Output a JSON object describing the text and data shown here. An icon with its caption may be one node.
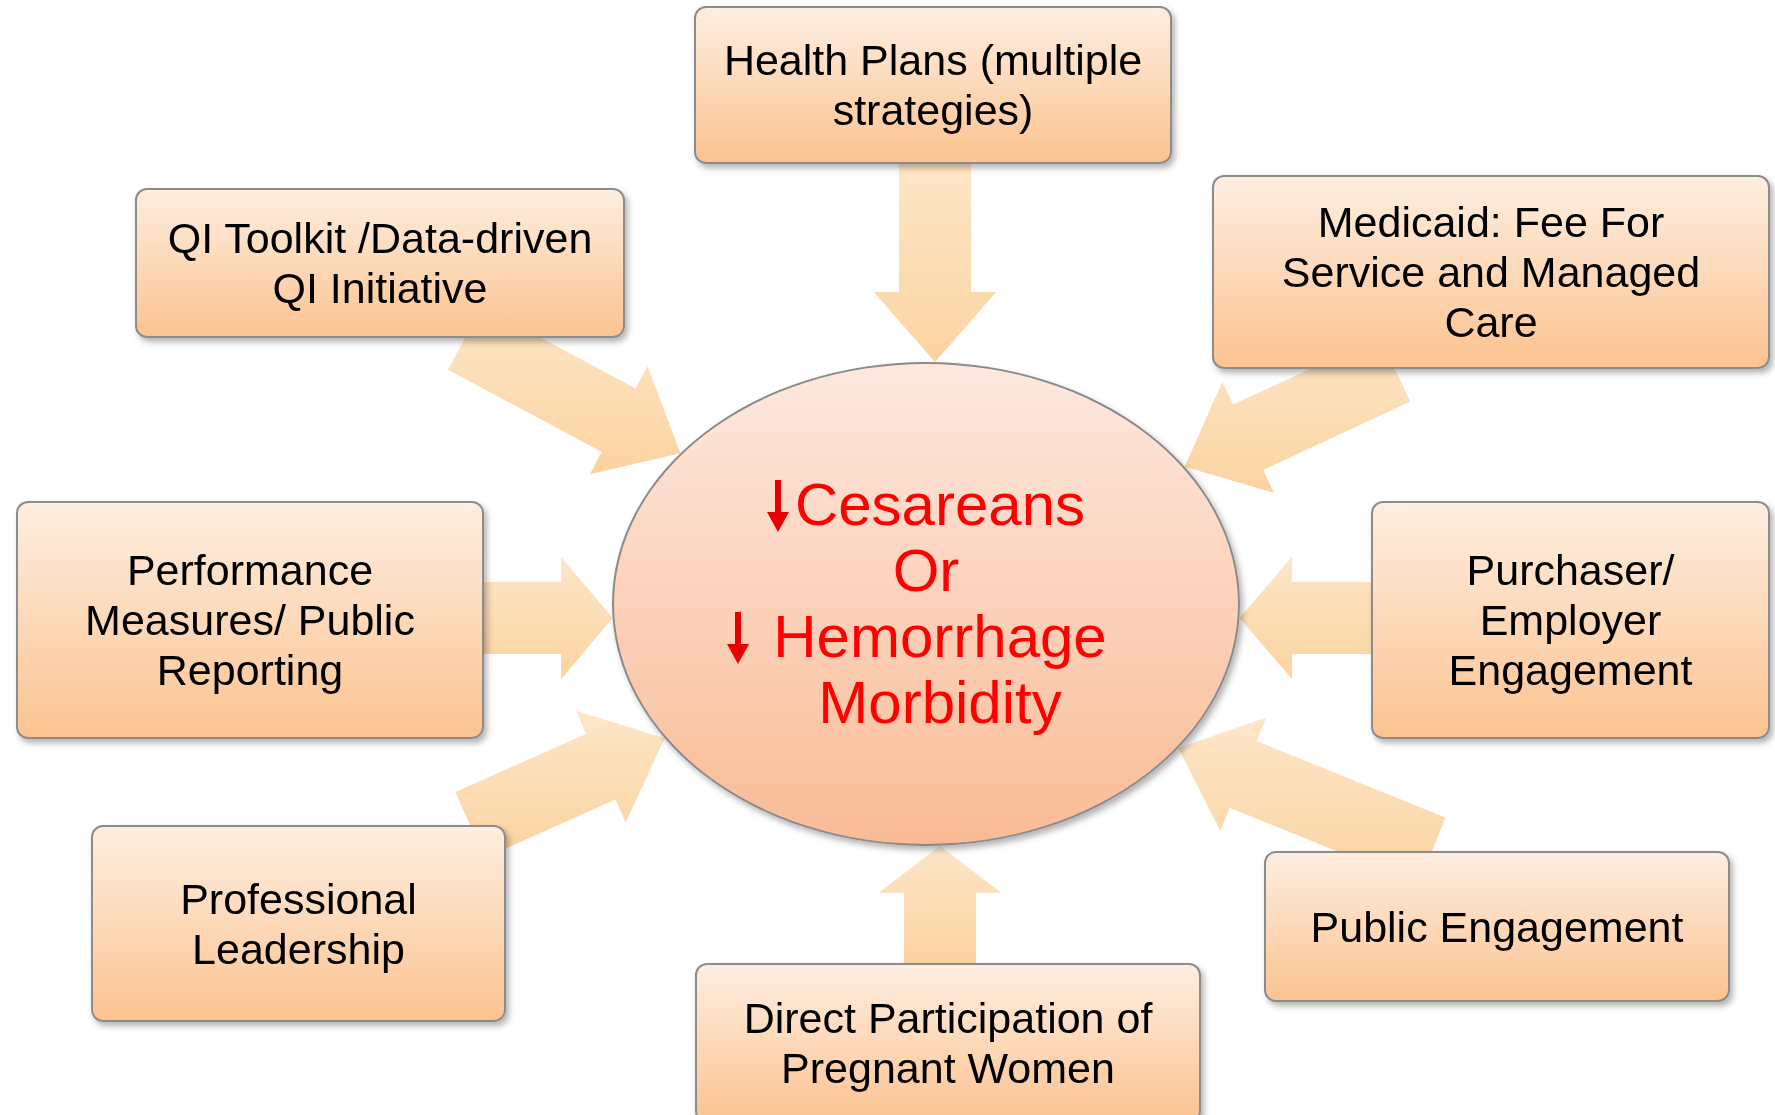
{
  "diagram": {
    "nodes": [
      {
        "text": [
          "Cesareans",
          "Or",
          "Hemorrhage Morbidity"
        ]
      },
      {
        "text": [
          "Health Plans (multiple strategies)"
        ]
      },
      {
        "text": [
          "QI Toolkit /Data-driven QI Initiative"
        ]
      },
      {
        "text": [
          "Medicaid: Fee For Service and Managed Care"
        ]
      },
      {
        "text": [
          "Performance Measures/ Public Reporting"
        ]
      },
      {
        "text": [
          "Purchaser/ Employer Engagement"
        ]
      },
      {
        "text": [
          "Professional Leadership"
        ]
      },
      {
        "text": [
          "Public Engagement"
        ]
      },
      {
        "text": [
          "Direct Participation of Pregnant Women"
        ]
      }
    ],
    "edges": [
      {
        "from": 1,
        "to": 0,
        "arrow": "to",
        "style": "thick"
      },
      {
        "from": 2,
        "to": 0,
        "arrow": "to",
        "style": "thick"
      },
      {
        "from": 3,
        "to": 0,
        "arrow": "to",
        "style": "thick"
      },
      {
        "from": 4,
        "to": 0,
        "arrow": "to",
        "style": "thick"
      },
      {
        "from": 5,
        "to": 0,
        "arrow": "to",
        "style": "thick"
      },
      {
        "from": 6,
        "to": 0,
        "arrow": "to",
        "style": "thick"
      },
      {
        "from": 7,
        "to": 0,
        "arrow": "to",
        "style": "thick"
      },
      {
        "from": 8,
        "to": 0,
        "arrow": "to",
        "style": "thick"
      }
    ]
  }
}
